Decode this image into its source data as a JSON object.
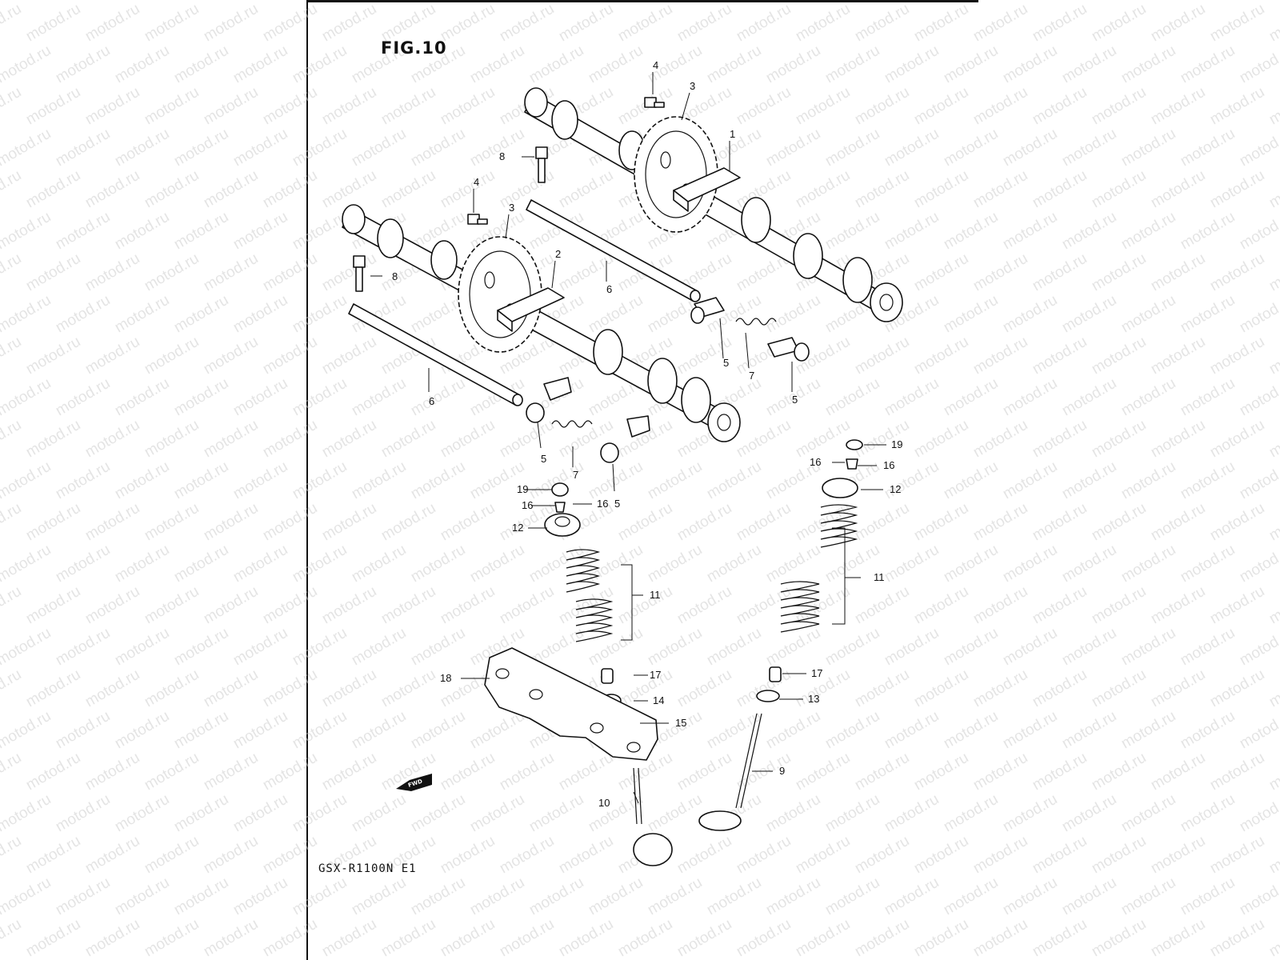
{
  "figure": {
    "title": "FIG.10",
    "model_code": "GSX-R1100N E1",
    "fwd_badge": "FWD"
  },
  "watermark": {
    "text": "motod.ru"
  },
  "callouts": [
    {
      "ref": "1",
      "label": "1"
    },
    {
      "ref": "2",
      "label": "2"
    },
    {
      "ref": "3a",
      "label": "3"
    },
    {
      "ref": "3b",
      "label": "3"
    },
    {
      "ref": "4a",
      "label": "4"
    },
    {
      "ref": "4b",
      "label": "4"
    },
    {
      "ref": "5a",
      "label": "5"
    },
    {
      "ref": "5b",
      "label": "5"
    },
    {
      "ref": "5c",
      "label": "5"
    },
    {
      "ref": "5d",
      "label": "5"
    },
    {
      "ref": "6a",
      "label": "6"
    },
    {
      "ref": "6b",
      "label": "6"
    },
    {
      "ref": "7a",
      "label": "7"
    },
    {
      "ref": "7b",
      "label": "7"
    },
    {
      "ref": "8a",
      "label": "8"
    },
    {
      "ref": "8b",
      "label": "8"
    },
    {
      "ref": "9",
      "label": "9"
    },
    {
      "ref": "10",
      "label": "10"
    },
    {
      "ref": "11a",
      "label": "11"
    },
    {
      "ref": "11b",
      "label": "11"
    },
    {
      "ref": "12a",
      "label": "12"
    },
    {
      "ref": "12b",
      "label": "12"
    },
    {
      "ref": "13",
      "label": "13"
    },
    {
      "ref": "14",
      "label": "14"
    },
    {
      "ref": "15",
      "label": "15"
    },
    {
      "ref": "16a",
      "label": "16"
    },
    {
      "ref": "16b",
      "label": "16"
    },
    {
      "ref": "16c",
      "label": "16"
    },
    {
      "ref": "16d",
      "label": "16"
    },
    {
      "ref": "17a",
      "label": "17"
    },
    {
      "ref": "17b",
      "label": "17"
    },
    {
      "ref": "18",
      "label": "18"
    },
    {
      "ref": "19a",
      "label": "19"
    },
    {
      "ref": "19b",
      "label": "19"
    }
  ]
}
